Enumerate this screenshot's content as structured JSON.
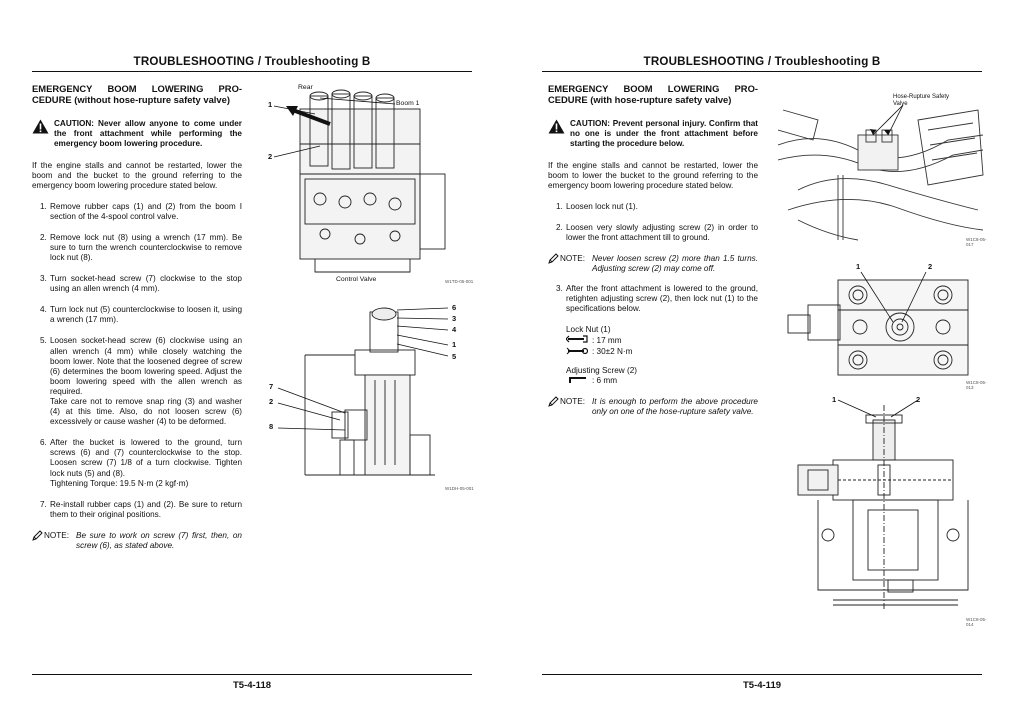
{
  "left": {
    "header": "TROUBLESHOOTING / Troubleshooting B",
    "footer": "T5-4-118",
    "title": "EMERGENCY BOOM LOWERING PRO-CEDURE (without hose-rupture safety valve)",
    "caution": "CAUTION: Never allow anyone to come under the front attachment while performing the emergency boom lowering procedure.",
    "intro": "If the engine stalls and cannot be restarted, lower the boom and the bucket to the ground referring to the emergency boom lowering procedure stated below.",
    "steps": [
      {
        "n": "1.",
        "text": "Remove rubber caps (1) and (2) from the boom I section of the 4-spool control valve."
      },
      {
        "n": "2.",
        "text": "Remove lock nut (8) using a wrench (17 mm). Be sure to turn the wrench counterclockwise to remove lock nut (8)."
      },
      {
        "n": "3.",
        "text": "Turn socket-head screw (7) clockwise to the stop using an allen wrench (4 mm)."
      },
      {
        "n": "4.",
        "text": "Turn lock nut (5) counterclockwise to loosen it, using a wrench (17 mm)."
      },
      {
        "n": "5.",
        "text": "Loosen socket-head screw (6) clockwise using an allen wrench (4 mm) while closely watching the boom lower. Note that the loosened degree of screw (6) determines the boom lowering speed. Adjust the boom lowering speed with the allen wrench as required.",
        "extra": "Take care not to remove snap ring (3) and washer (4) at this time. Also, do not loosen screw (6) excessively or cause washer (4) to be deformed."
      },
      {
        "n": "6.",
        "text": "After the bucket is lowered to the ground, turn screws (6) and (7) counterclockwise to the stop. Loosen screw (7) 1/8 of a turn clockwise. Tighten lock nuts (5) and (8).",
        "extra": "Tightening Torque: 19.5 N·m (2 kgf·m)"
      },
      {
        "n": "7.",
        "text": "Re-install rubber caps (1) and (2). Be sure to return them to their original positions."
      }
    ],
    "note_label": "NOTE:",
    "note": "Be sure to work on screw (7) first, then, on screw (6), as stated above.",
    "fig1": {
      "rear": "Rear",
      "boom1": "Boom 1",
      "c1": "1",
      "c2": "2",
      "caption": "Control Valve",
      "code": "W1TD-05-001"
    },
    "fig2": {
      "c6": "6",
      "c3": "3",
      "c4": "4",
      "c1": "1",
      "c5": "5",
      "c7": "7",
      "c2": "2",
      "c8": "8",
      "code": "W1DH-05-001"
    }
  },
  "right": {
    "header": "TROUBLESHOOTING / Troubleshooting B",
    "footer": "T5-4-119",
    "title": "EMERGENCY BOOM LOWERING PRO-CEDURE (with hose-rupture safety valve)",
    "caution": "CAUTION: Prevent personal injury. Confirm that no one is under the front attachment before starting the procedure below.",
    "intro": "If the engine stalls and cannot be restarted, lower the boom to lower the bucket to the ground referring to the emergency boom lowering procedure stated below.",
    "step1": {
      "n": "1.",
      "text": "Loosen lock nut (1)."
    },
    "step2": {
      "n": "2.",
      "text": "Loosen very slowly adjusting screw (2) in order to lower the front attachment till to ground."
    },
    "note1_label": "NOTE:",
    "note1": "Never loosen screw (2) more than 1.5 turns. Adjusting screw (2) may come off.",
    "step3": {
      "n": "3.",
      "text": "After the front attachment is lowered to the ground, retighten adjusting screw (2), then lock nut (1) to the specifications below."
    },
    "spec": {
      "lock_nut": "Lock Nut (1)",
      "lock_nut_size": ": 17 mm",
      "lock_nut_torque": ": 30±2 N·m",
      "adj_screw": "Adjusting Screw (2)",
      "adj_screw_size": ": 6 mm"
    },
    "note2_label": "NOTE:",
    "note2": "It is enough to perform the above procedure only on one of the hose-rupture safety valve.",
    "fig1": {
      "label": "Hose-Rupture Safety Valve",
      "code": "W1C8-05-017"
    },
    "fig2": {
      "c1": "1",
      "c2": "2",
      "code": "W1C8-05-013"
    },
    "fig3": {
      "c1": "1",
      "c2": "2",
      "code": "W1C8-05-014"
    }
  }
}
